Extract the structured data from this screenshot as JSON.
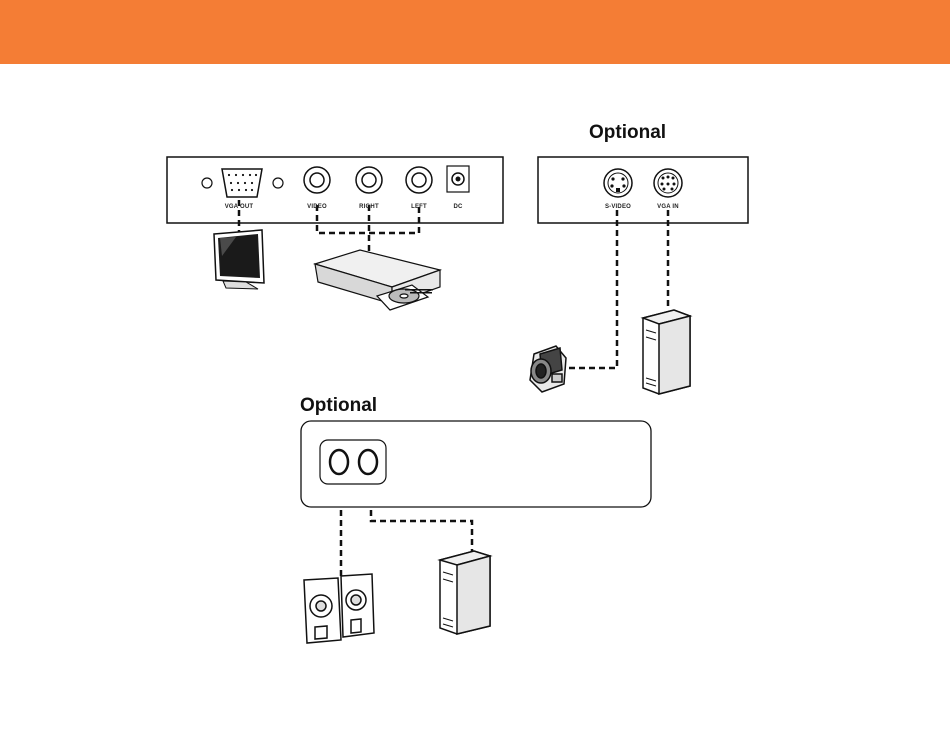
{
  "header": {
    "color": "#f47d35"
  },
  "optional_labels": [
    "Optional",
    "Optional"
  ],
  "main_panel": {
    "ports": [
      "VGA OUT",
      "VIDEO",
      "RIGHT",
      "LEFT",
      "DC"
    ]
  },
  "optional_panel": {
    "ports": [
      "S-VIDEO",
      "VGA IN"
    ]
  },
  "devices": [
    "monitor-icon",
    "dvd-player-icon",
    "camcorder-icon",
    "pc-tower-icon",
    "speakers-icon"
  ]
}
